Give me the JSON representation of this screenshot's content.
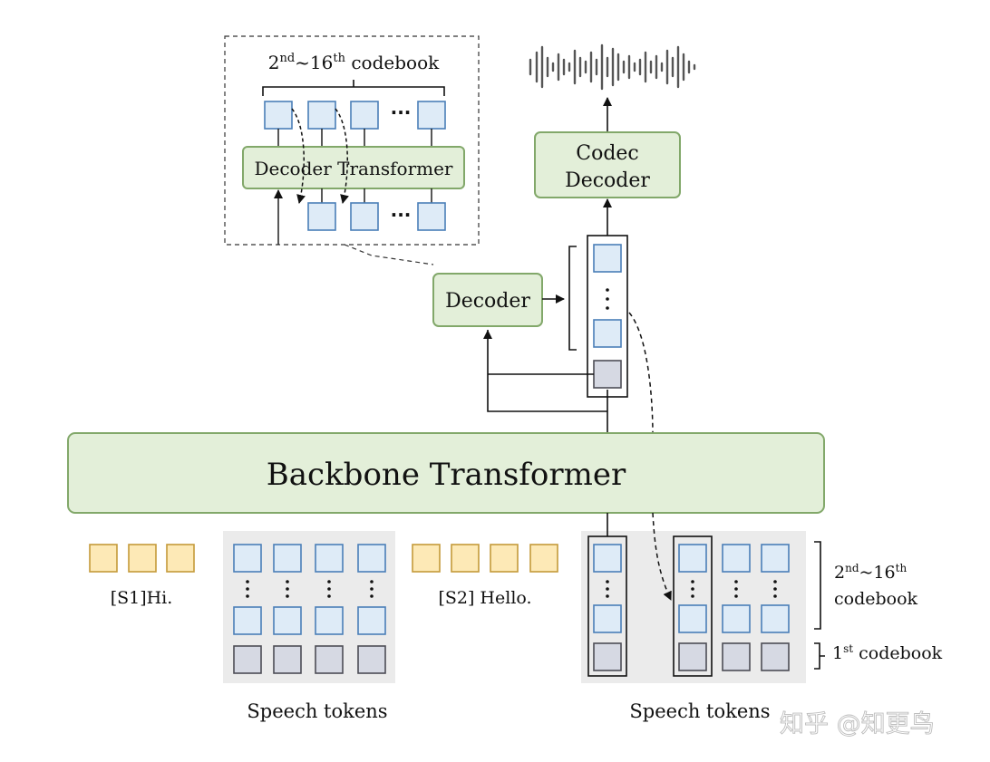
{
  "inset": {
    "codebook_label_prefix": "2",
    "codebook_label_sup1": "nd",
    "codebook_label_mid": "~16",
    "codebook_label_sup2": "th",
    "codebook_label_suffix": " codebook",
    "decoder_label": "Decoder Transformer",
    "ellipsis": "···"
  },
  "codec_decoder": {
    "line1": "Codec",
    "line2": "Decoder"
  },
  "decoder": {
    "label": "Decoder"
  },
  "backbone": {
    "label": "Backbone Transformer"
  },
  "text_groups": [
    {
      "label": "[S1]Hi."
    },
    {
      "label": "[S2] Hello."
    }
  ],
  "speech_tokens_label_left": "Speech tokens",
  "speech_tokens_label_right": "Speech tokens",
  "codebook_right": {
    "upper_prefix": "2",
    "upper_sup1": "nd",
    "upper_mid": "~16",
    "upper_sup2": "th",
    "upper_line2": "codebook",
    "lower_prefix": "1",
    "lower_sup": "st",
    "lower_suffix": " codebook"
  },
  "watermark": "知乎 @知更鸟",
  "colors": {
    "green_fill": "#e3efd9",
    "green_stroke": "#82a86a",
    "blue_fill": "#deebf7",
    "blue_stroke": "#4a7fb8",
    "gray_fill": "#d6d9e3",
    "gray_stroke": "#4d4d55",
    "yellow_fill": "#fde9b6",
    "yellow_stroke": "#c49a3a",
    "panel_fill": "#ebebeb"
  }
}
